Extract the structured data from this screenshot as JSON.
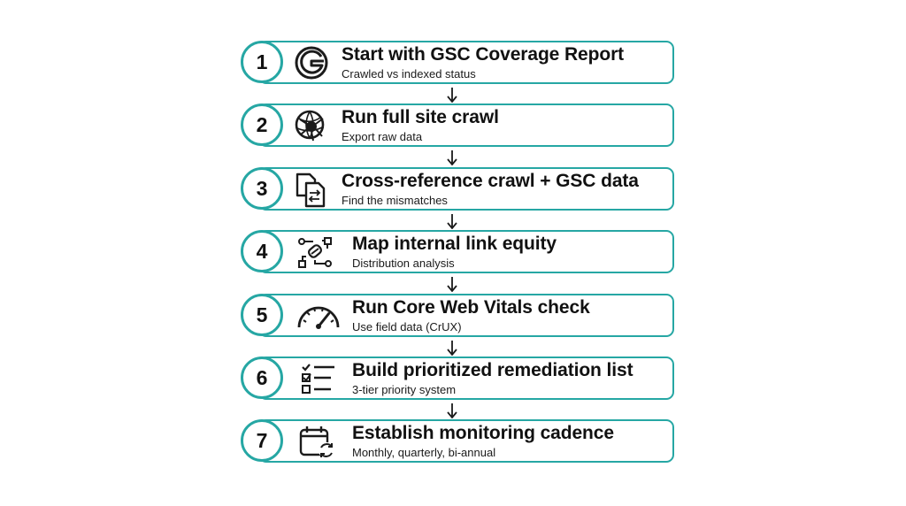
{
  "steps": [
    {
      "number": "1",
      "title": "Start with GSC Coverage Report",
      "subtitle": "Crawled vs indexed status",
      "icon": "google-g-icon"
    },
    {
      "number": "2",
      "title": "Run full site crawl",
      "subtitle": "Export raw data",
      "icon": "spider-globe-icon"
    },
    {
      "number": "3",
      "title": "Cross-reference crawl + GSC data",
      "subtitle": "Find the mismatches",
      "icon": "compare-documents-icon"
    },
    {
      "number": "4",
      "title": "Map internal link equity",
      "subtitle": "Distribution analysis",
      "icon": "link-network-icon"
    },
    {
      "number": "5",
      "title": "Run Core Web Vitals check",
      "subtitle": "Use field data (CrUX)",
      "icon": "speedometer-icon"
    },
    {
      "number": "6",
      "title": "Build prioritized remediation list",
      "subtitle": "3-tier priority system",
      "icon": "checklist-icon"
    },
    {
      "number": "7",
      "title": "Establish monitoring cadence",
      "subtitle": "Monthly, quarterly, bi-annual",
      "icon": "calendar-refresh-icon"
    }
  ],
  "colors": {
    "accent": "#26a7a4",
    "text": "#111111"
  }
}
